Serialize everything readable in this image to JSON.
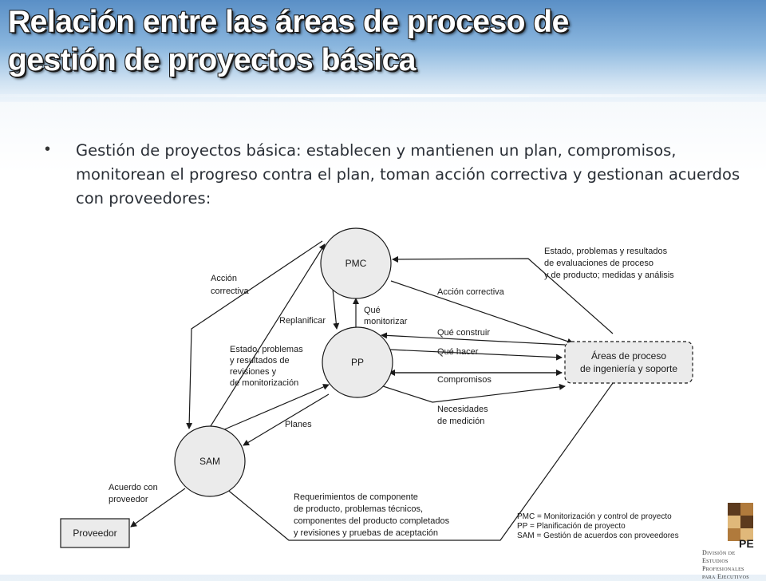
{
  "slide": {
    "title_line1": "Relación entre las áreas de proceso de",
    "title_line2": "gestión de proyectos básica",
    "bullet": "Gestión de proyectos básica: establecen y mantienen un plan, compromisos, monitorean el progreso contra el plan, toman acción correctiva y gestionan acuerdos con proveedores:"
  },
  "diagram": {
    "nodes": {
      "pmc": "PMC",
      "pp": "PP",
      "sam": "SAM",
      "supplier": "Proveedor",
      "eng_line1": "Áreas de proceso",
      "eng_line2": "de ingeniería y soporte"
    },
    "labels": {
      "accion_correctiva_left_1": "Acción",
      "accion_correctiva_left_2": "correctiva",
      "replanificar": "Replanificar",
      "que_monitorizar_1": "Qué",
      "que_monitorizar_2": "monitorizar",
      "estado_pp_1": "Estado, problemas",
      "estado_pp_2": "y resultados de",
      "estado_pp_3": "revisiones y",
      "estado_pp_4": "de monitorización",
      "planes": "Planes",
      "acuerdo_1": "Acuerdo con",
      "acuerdo_2": "proveedor",
      "estado_eng_1": "Estado, problemas y resultados",
      "estado_eng_2": "de evaluaciones de proceso",
      "estado_eng_3": "y de producto; medidas y análisis",
      "accion_correctiva_right": "Acción correctiva",
      "que_construir": "Qué construir",
      "que_hacer": "Qué hacer",
      "compromisos": "Compromisos",
      "necesidades_1": "Necesidades",
      "necesidades_2": "de medición",
      "req_1": "Requerimientos de componente",
      "req_2": "de producto, problemas técnicos,",
      "req_3": "componentes del producto completados",
      "req_4": "y revisiones y pruebas de aceptación"
    },
    "legend": {
      "pmc": "PMC = Monitorización y control de proyecto",
      "pp": "PP = Planificación de proyecto",
      "sam": "SAM = Gestión de acuerdos con proveedores"
    }
  },
  "logo": {
    "badge": "PE",
    "line1": "División de",
    "line2": "Estudios Profesionales",
    "line3": "para Ejecutivos",
    "colors": {
      "dark": "#5c3a1e",
      "mid": "#b07a3c",
      "light": "#e0b87a"
    }
  }
}
